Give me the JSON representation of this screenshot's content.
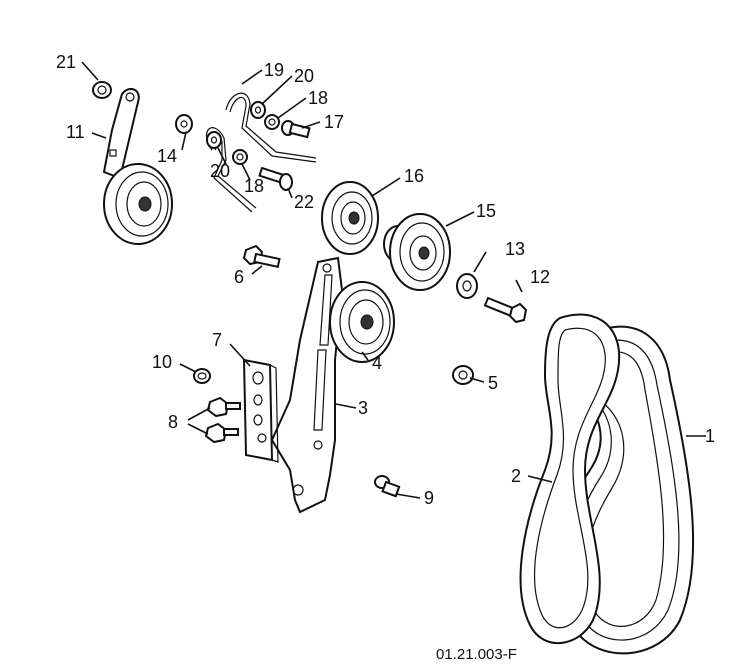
{
  "drawing_code": "01.21.003-F",
  "callouts": [
    "1",
    "2",
    "3",
    "4",
    "5",
    "6",
    "7",
    "8",
    "9",
    "10",
    "11",
    "12",
    "13",
    "14",
    "15",
    "16",
    "17",
    "18",
    "18",
    "19",
    "20",
    "20",
    "21",
    "22"
  ],
  "colors": {
    "line": "#111111",
    "background": "#ffffff"
  }
}
